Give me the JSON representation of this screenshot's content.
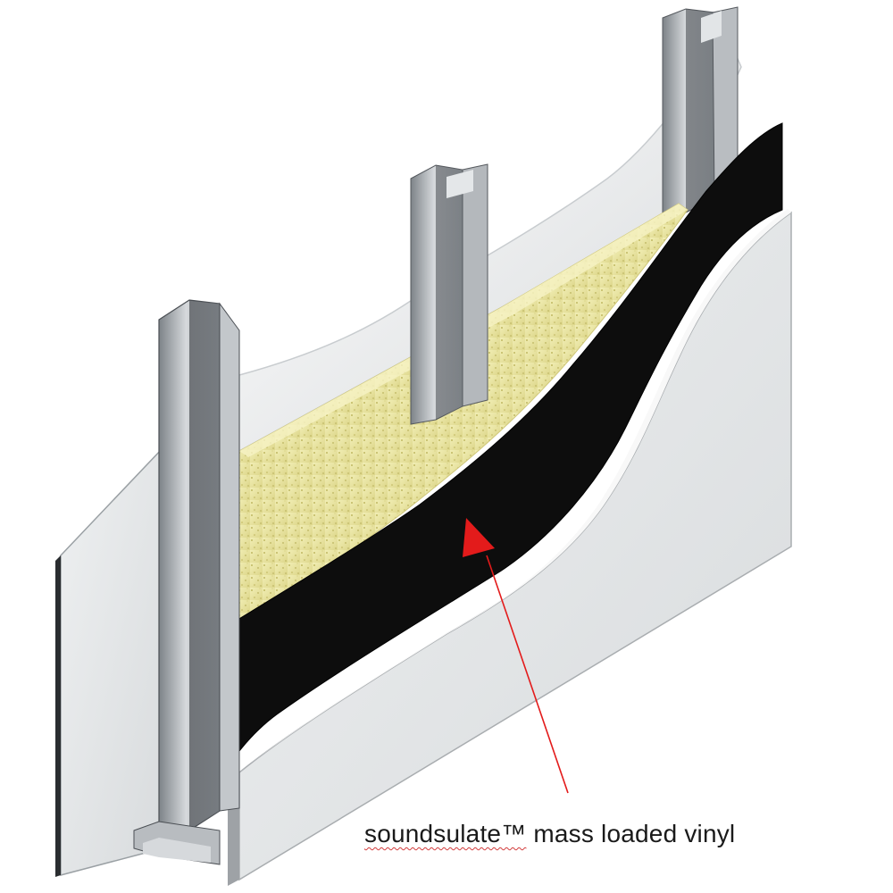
{
  "callout": {
    "brand": "soundsulate™",
    "product": " mass loaded vinyl"
  },
  "colors": {
    "background": "#ffffff",
    "drywall_face": "#e4e6e8",
    "drywall_edge": "#f7f7f7",
    "drywall_shadow": "#bfc3c6",
    "insulation": "#e8e39a",
    "insulation_speckle": "#b7ad52",
    "vinyl": "#0d0d0d",
    "stud_light": "#c9cdd1",
    "stud_dark": "#5a5f64",
    "arrow": "#e31b1b",
    "label_text": "#1a1a1a"
  },
  "components": {
    "studs": [
      "stud-left",
      "stud-middle",
      "stud-back"
    ],
    "layers": [
      "back-drywall",
      "insulation",
      "mass-loaded-vinyl",
      "front-drywall"
    ]
  }
}
